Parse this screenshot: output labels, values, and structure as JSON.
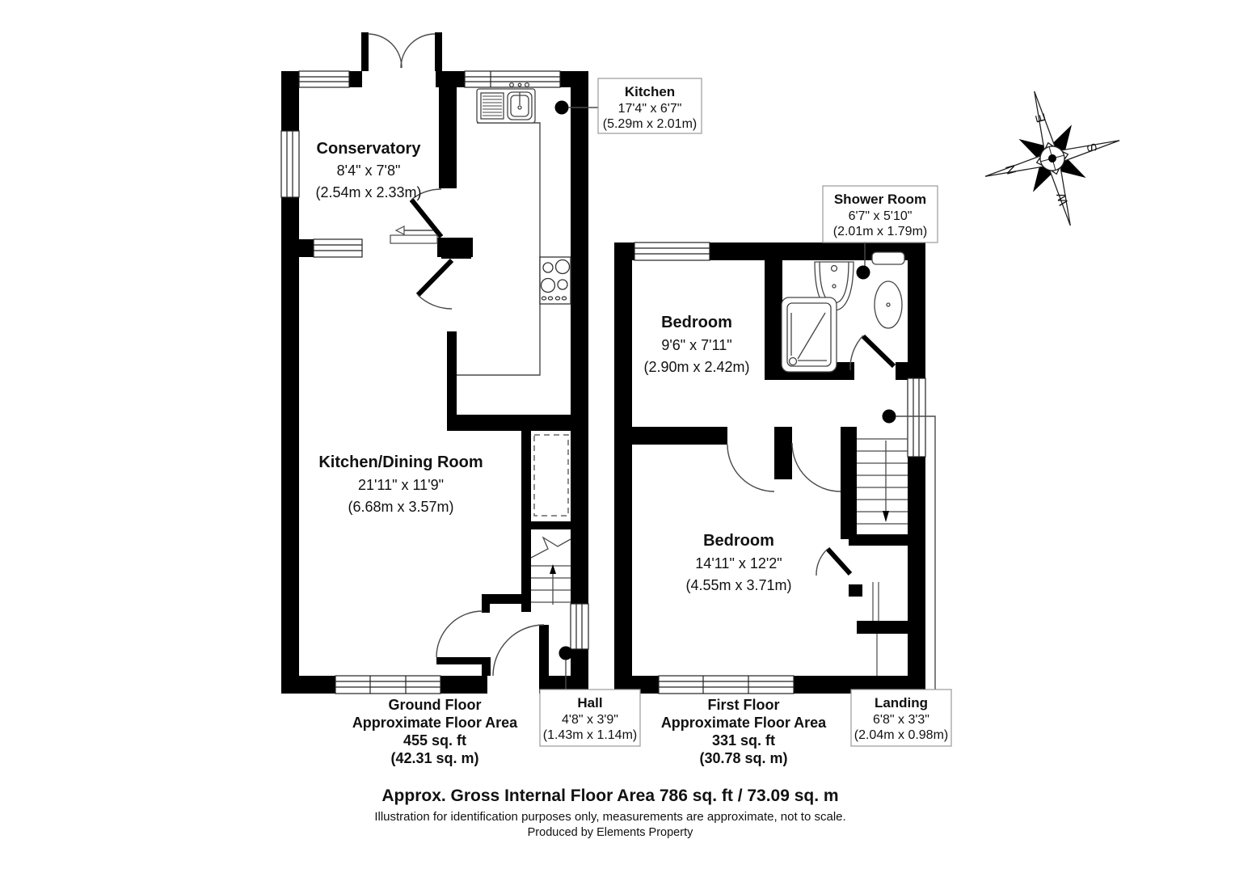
{
  "plan": {
    "ground_floor": {
      "rooms": {
        "conservatory": {
          "name": "Conservatory",
          "dims": "8'4\" x 7'8\"",
          "metric": "(2.54m x 2.33m)"
        },
        "kitchen": {
          "name": "Kitchen",
          "dims": "17'4\" x 6'7\"",
          "metric": "(5.29m x 2.01m)"
        },
        "kitchen_dining": {
          "name": "Kitchen/Dining Room",
          "dims": "21'11\" x 11'9\"",
          "metric": "(6.68m x 3.57m)"
        },
        "hall": {
          "name": "Hall",
          "dims": "4'8\" x 3'9\"",
          "metric": "(1.43m x 1.14m)"
        }
      },
      "floor_label": {
        "name": "Ground Floor",
        "line2": "Approximate Floor Area",
        "area": "455 sq. ft",
        "metric": "(42.31 sq. m)"
      }
    },
    "first_floor": {
      "rooms": {
        "shower_room": {
          "name": "Shower Room",
          "dims": "6'7\" x 5'10\"",
          "metric": "(2.01m x 1.79m)"
        },
        "bedroom_front": {
          "name": "Bedroom",
          "dims": "9'6\" x 7'11\"",
          "metric": "(2.90m x 2.42m)"
        },
        "bedroom_back": {
          "name": "Bedroom",
          "dims": "14'11\" x 12'2\"",
          "metric": "(4.55m x 3.71m)"
        },
        "landing": {
          "name": "Landing",
          "dims": "6'8\" x 3'3\"",
          "metric": "(2.04m x 0.98m)"
        }
      },
      "floor_label": {
        "name": "First Floor",
        "line2": "Approximate Floor Area",
        "area": "331 sq. ft",
        "metric": "(30.78 sq. m)"
      }
    }
  },
  "compass": {
    "n": "N",
    "e": "E",
    "s": "S",
    "w": "W"
  },
  "footer": {
    "title": "Approx. Gross Internal Floor Area 786 sq. ft / 73.09 sq. m",
    "disclaimer": "Illustration for identification purposes only, measurements are approximate, not to scale.",
    "credit": "Produced by Elements Property"
  },
  "colors": {
    "wall": "#000000",
    "line": "#4a4a4a",
    "box_border": "#999999"
  }
}
